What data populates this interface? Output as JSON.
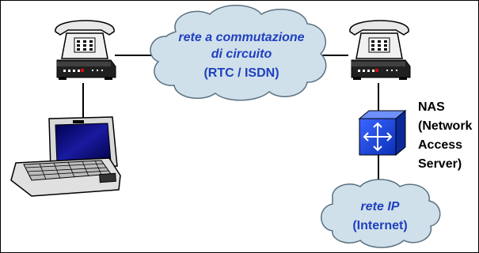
{
  "colors": {
    "cloud_fill": "#cfe0ea",
    "cloud_stroke": "#5a7080",
    "label_blue": "#1f3fbf",
    "nas_blue": "#1a45e0",
    "line": "#000000"
  },
  "wan_cloud": {
    "line1": "rete a commutazione",
    "line2": "di circuito",
    "line3": "(RTC / ISDN)"
  },
  "ip_cloud": {
    "line1": "rete IP",
    "line2": "(Internet)"
  },
  "nas": {
    "line1": "NAS",
    "line2": "(Network",
    "line3": "Access",
    "line4": "Server)"
  },
  "icons": [
    "telephone-modem-icon",
    "laptop-icon",
    "nas-router-icon",
    "cloud-icon"
  ]
}
